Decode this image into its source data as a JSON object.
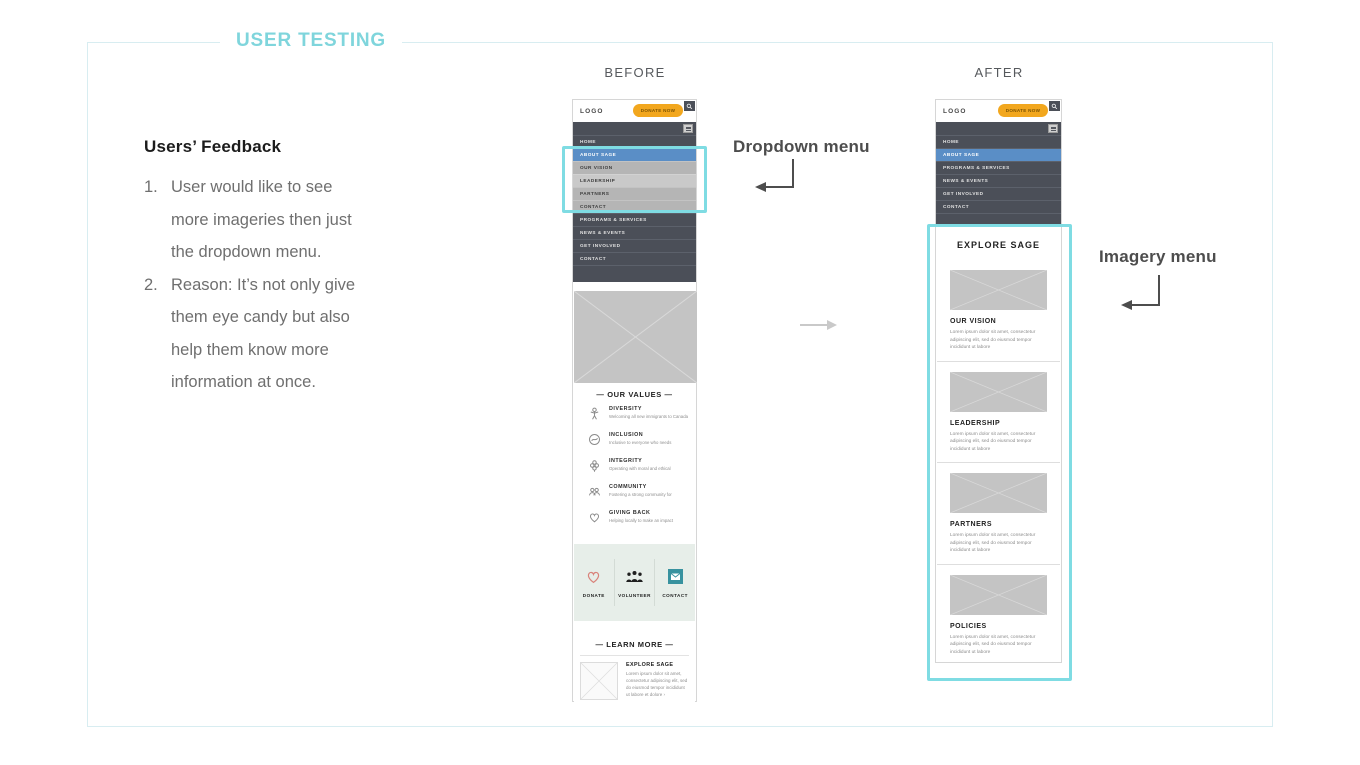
{
  "slide": {
    "title": "USER TESTING"
  },
  "feedback": {
    "heading": "Users’ Feedback",
    "items": [
      {
        "number": "1.",
        "lines": [
          "User would like to see",
          "more imageries then just",
          "the dropdown menu."
        ]
      },
      {
        "number": "2.",
        "lines": [
          "Reason: It’s not only give",
          "them eye candy but also",
          "help them know more",
          "information at once."
        ]
      }
    ]
  },
  "annotations": {
    "dropdown_label": "Dropdown menu",
    "imagery_label": "Imagery menu"
  },
  "before": {
    "caption": "BEFORE",
    "header": {
      "logo": "LOGO",
      "donate_button": "DONATE NOW"
    },
    "nav": [
      {
        "label": "HOME",
        "style": "dark"
      },
      {
        "label": "ABOUT SAGE",
        "style": "active"
      },
      {
        "label": "OUR VISION",
        "style": "gray"
      },
      {
        "label": "LEADERSHIP",
        "style": "gray-light"
      },
      {
        "label": "PARTNERS",
        "style": "gray"
      },
      {
        "label": "CONTACT",
        "style": "gray"
      },
      {
        "label": "PROGRAMS & SERVICES",
        "style": "dark"
      },
      {
        "label": "NEWS & EVENTS",
        "style": "dark"
      },
      {
        "label": "GET INVOLVED",
        "style": "dark"
      },
      {
        "label": "CONTACT",
        "style": "dark"
      }
    ],
    "values_section": {
      "heading": "— OUR VALUES —",
      "items": [
        {
          "icon": "person-icon",
          "title": "DIVERSITY",
          "desc": "Welcoming all new immigrants to Canada"
        },
        {
          "icon": "globe-icon",
          "title": "INCLUSION",
          "desc": "Inclusive to everyone who needs"
        },
        {
          "icon": "flower-icon",
          "title": "INTEGRITY",
          "desc": "Operating with moral and ethical"
        },
        {
          "icon": "people-icon",
          "title": "COMMUNITY",
          "desc": "Fostering a strong community for"
        },
        {
          "icon": "heart-icon",
          "title": "GIVING BACK",
          "desc": "Helping locally to make an impact"
        }
      ]
    },
    "actions": [
      {
        "icon": "heart-outline-icon",
        "label": "DONATE"
      },
      {
        "icon": "volunteers-icon",
        "label": "VOLUNTEER"
      },
      {
        "icon": "mail-icon",
        "label": "CONTACT"
      }
    ],
    "learn_more": {
      "heading": "— LEARN MORE —",
      "card_title": "EXPLORE SAGE",
      "card_text": "Lorem ipsum dolor sit amet, consectetur adipiscing elit, sed do eiusmod tempor incididunt ut labore et dolore",
      "chevron": "›"
    }
  },
  "after": {
    "caption": "AFTER",
    "header": {
      "logo": "LOGO",
      "donate_button": "DONATE NOW"
    },
    "nav": [
      {
        "label": "HOME",
        "style": "dark"
      },
      {
        "label": "ABOUT SAGE",
        "style": "active"
      },
      {
        "label": "PROGRAMS & SERVICES",
        "style": "dark"
      },
      {
        "label": "NEWS & EVENTS",
        "style": "dark"
      },
      {
        "label": "GET INVOLVED",
        "style": "dark"
      },
      {
        "label": "CONTACT",
        "style": "dark"
      }
    ],
    "explore": {
      "heading": "EXPLORE SAGE",
      "cards": [
        {
          "title": "OUR VISION",
          "text": "Lorem ipsum dolor sit amet, consectetur adipiscing elit, sed do eiusmod tempor incididunt ut labore"
        },
        {
          "title": "LEADERSHIP",
          "text": "Lorem ipsum dolor sit amet, consectetur adipiscing elit, sed do eiusmod tempor incididunt ut labore"
        },
        {
          "title": "PARTNERS",
          "text": "Lorem ipsum dolor sit amet, consectetur adipiscing elit, sed do eiusmod tempor incididunt ut labore"
        },
        {
          "title": "POLICIES",
          "text": "Lorem ipsum dolor sit amet, consectetur adipiscing elit, sed do eiusmod tempor incididunt ut labore"
        }
      ]
    }
  },
  "colors": {
    "title_teal": "#7fd5dc",
    "frame_border": "#d8edf1",
    "highlight_teal": "#7fdce3",
    "nav_dark": "#4b4f58",
    "nav_active_blue": "#5a8ec6",
    "nav_gray": "#b5b5b5",
    "donate_orange": "#f2a71e",
    "mint_bg": "#e7eee9",
    "heart_red": "#d9837b",
    "mail_teal": "#38929f",
    "annotation_gray": "#4d4d4d",
    "flow_arrow_gray": "#c9c9c9"
  }
}
